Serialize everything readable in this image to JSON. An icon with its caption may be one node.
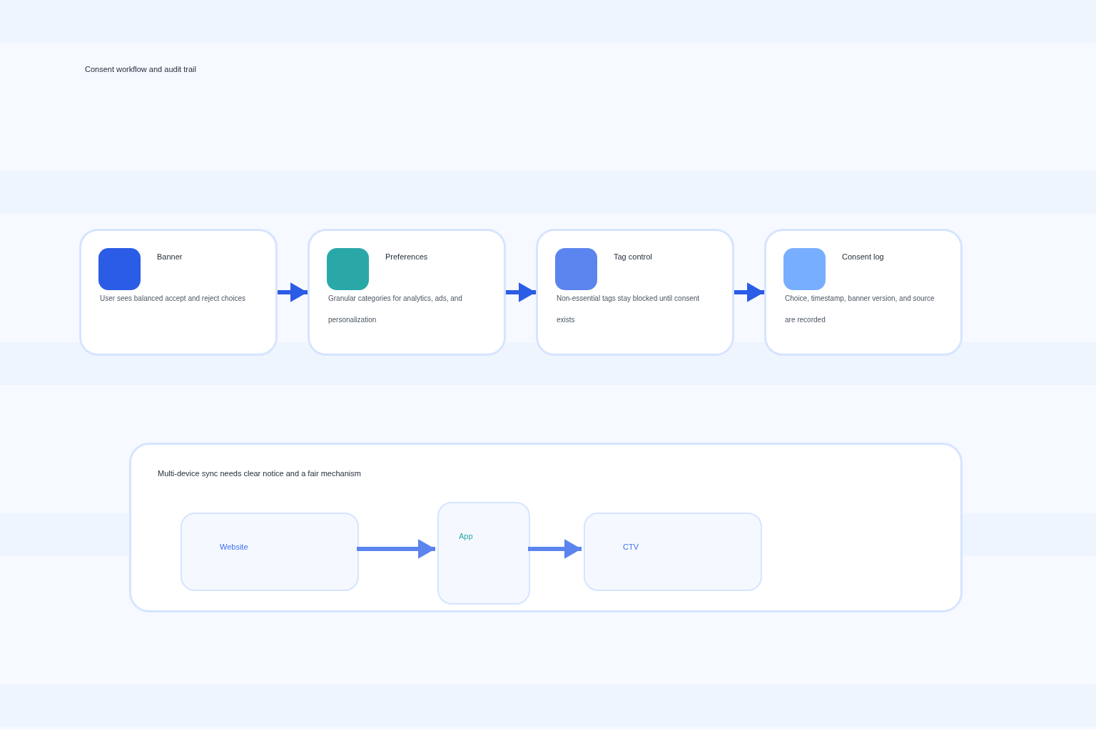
{
  "diagram": {
    "title": "Consent workflow and audit trail",
    "nodes": [
      {
        "text": [
          "Banner",
          "User sees balanced accept and reject choices"
        ]
      },
      {
        "text": [
          "Preferences",
          "Granular categories for analytics, ads, and personalization"
        ]
      },
      {
        "text": [
          "Tag control",
          "Non-essential tags stay blocked until consent exists"
        ]
      },
      {
        "text": [
          "Consent log",
          "Choice, timestamp, banner version, and source are recorded"
        ]
      },
      {
        "text": [
          "Multi-device sync needs clear notice and a fair mechanism"
        ]
      },
      {
        "text": [
          "Website"
        ],
        "in": 4
      },
      {
        "text": [
          "App"
        ],
        "in": 4
      },
      {
        "text": [
          "CTV"
        ],
        "in": 4
      }
    ],
    "edges": [
      {
        "from": 0,
        "to": 1,
        "arrow": "to"
      },
      {
        "from": 1,
        "to": 2,
        "arrow": "to"
      },
      {
        "from": 2,
        "to": 3,
        "arrow": "to"
      },
      {
        "from": 5,
        "to": 6,
        "arrow": "to",
        "color": "#5b84ee"
      },
      {
        "from": 6,
        "to": 7,
        "arrow": "to",
        "color": "#5b84ee"
      }
    ]
  }
}
